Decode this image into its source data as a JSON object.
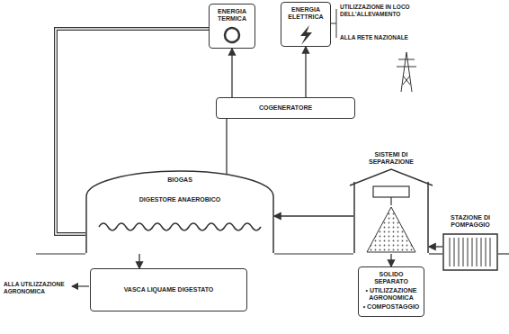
{
  "diagram": {
    "nodes": [
      {
        "text": [
          "ENERGIA TERMICA"
        ]
      },
      {
        "text": [
          "ENERGIA ELETTRICA"
        ]
      },
      {
        "text": [
          "COGENERATORE"
        ]
      },
      {
        "text": [
          "BIOGAS",
          "DIGESTORE ANAEROBICO"
        ]
      },
      {
        "text": [
          "VASCA LIQUAME DIGESTATO"
        ]
      },
      {
        "text": [
          "SISTEMI DI SEPARAZIONE"
        ]
      },
      {
        "text": [
          "SOLIDO SEPARATO",
          "• UTILIZZAZIONE AGRONOMICA",
          "• COMPOSTAGGIO"
        ]
      },
      {
        "text": [
          "STAZIONE DI POMPAGGIO"
        ]
      }
    ],
    "edges": [
      {
        "from": 2,
        "to": 0,
        "arrow": "to"
      },
      {
        "from": 2,
        "to": 1,
        "arrow": "to"
      },
      {
        "from": 3,
        "to": 2,
        "arrow": "none"
      },
      {
        "from": 0,
        "to": 3,
        "arrow": "none"
      },
      {
        "from": 3,
        "to": 4,
        "arrow": "to"
      },
      {
        "from": 5,
        "to": 3,
        "arrow": "to"
      },
      {
        "from": 7,
        "to": 5,
        "arrow": "to"
      },
      {
        "from": 5,
        "to": 6,
        "arrow": "to"
      }
    ],
    "labels": [
      "UTILIZZAZIONE IN LOCO DELL'ALLEVAMENTO",
      "ALLA RETE NAZIONALE",
      "ALLA UTILIZZAZIONE AGRONOMICA"
    ]
  }
}
